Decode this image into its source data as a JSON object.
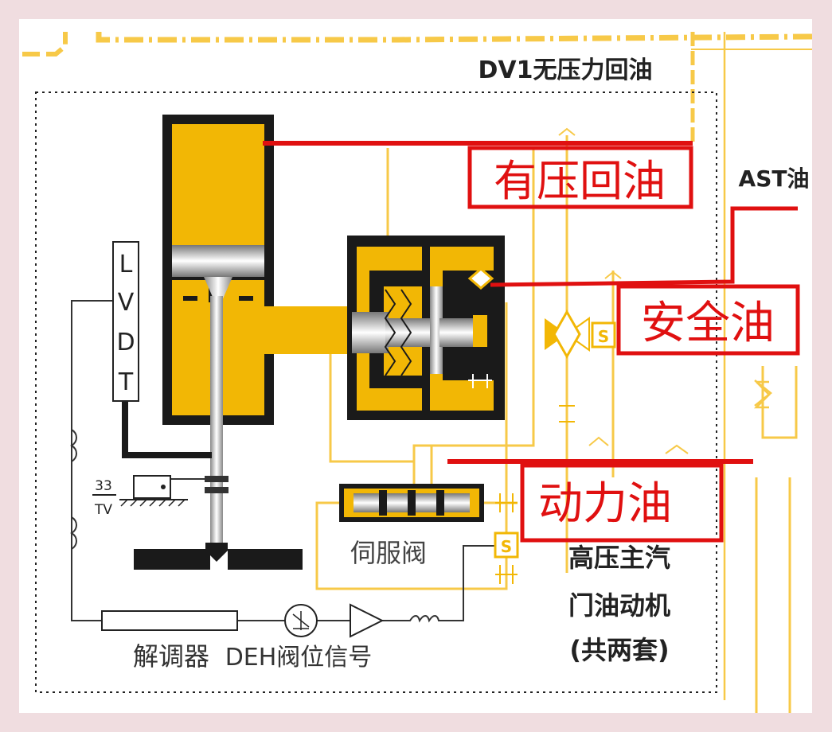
{
  "labels": {
    "dv1": "DV1无压力回油",
    "pressure_return": "有压回油",
    "ast_oil": "AST油",
    "safety_oil": "安全油",
    "power_oil": "动力油",
    "servo_valve": "伺服阀",
    "actuator_line1": "高压主汽",
    "actuator_line2": "门油动机",
    "actuator_line3": "(共两套)",
    "demodulator": "解调器",
    "deh_signal": "DEH阀位信号",
    "tv_num": "33",
    "tv_den": "TV",
    "solenoid_s": "S",
    "lvdt_l": "L",
    "lvdt_v": "V",
    "lvdt_d": "D",
    "lvdt_t": "T"
  },
  "colors": {
    "background": "#f0dde0",
    "panel": "#ffffff",
    "oil_yellow": "#f2b705",
    "line_yellow": "#f7c948",
    "red_line": "#e01010",
    "black": "#1a1a1a"
  }
}
